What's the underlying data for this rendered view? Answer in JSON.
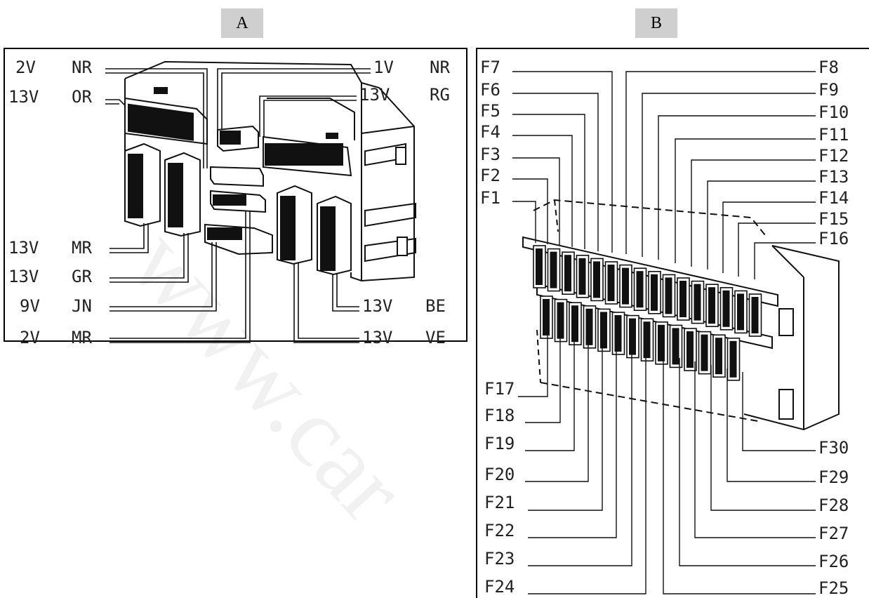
{
  "panel_a": {
    "tag": "A",
    "left_labels": [
      {
        "voltage": "2V",
        "color": "NR"
      },
      {
        "voltage": "13V",
        "color": "OR"
      },
      {
        "voltage": "13V",
        "color": "MR"
      },
      {
        "voltage": "13V",
        "color": "GR"
      },
      {
        "voltage": "9V",
        "color": "JN"
      },
      {
        "voltage": "2V",
        "color": "MR"
      }
    ],
    "right_labels": [
      {
        "voltage": "1V",
        "color": "NR"
      },
      {
        "voltage": "13V",
        "color": "RG"
      },
      {
        "voltage": "13V",
        "color": "BE"
      },
      {
        "voltage": "13V",
        "color": "VE"
      }
    ]
  },
  "panel_b": {
    "tag": "B",
    "top_left": [
      "F7",
      "F6",
      "F5",
      "F4",
      "F3",
      "F2",
      "F1"
    ],
    "top_right": [
      "F8",
      "F9",
      "F10",
      "F11",
      "F12",
      "F13",
      "F14",
      "F15",
      "F16"
    ],
    "bottom_left": [
      "F17",
      "F18",
      "F19",
      "F20",
      "F21",
      "F22",
      "F23",
      "F24"
    ],
    "bottom_right": [
      "F30",
      "F29",
      "F28",
      "F27",
      "F26",
      "F25"
    ]
  },
  "watermark": "www.car"
}
